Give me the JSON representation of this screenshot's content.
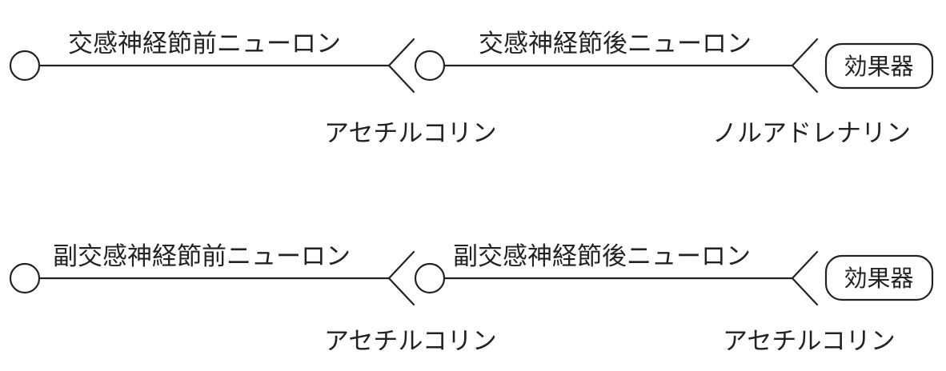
{
  "pathways": [
    {
      "preganglionic": "交感神経節前ニューロン",
      "postganglionic": "交感神経節後ニューロン",
      "ganglion_transmitter": "アセチルコリン",
      "effector_transmitter": "ノルアドレナリン",
      "effector": "効果器"
    },
    {
      "preganglionic": "副交感神経節前ニューロン",
      "postganglionic": "副交感神経節後ニューロン",
      "ganglion_transmitter": "アセチルコリン",
      "effector_transmitter": "アセチルコリン",
      "effector": "効果器"
    }
  ]
}
